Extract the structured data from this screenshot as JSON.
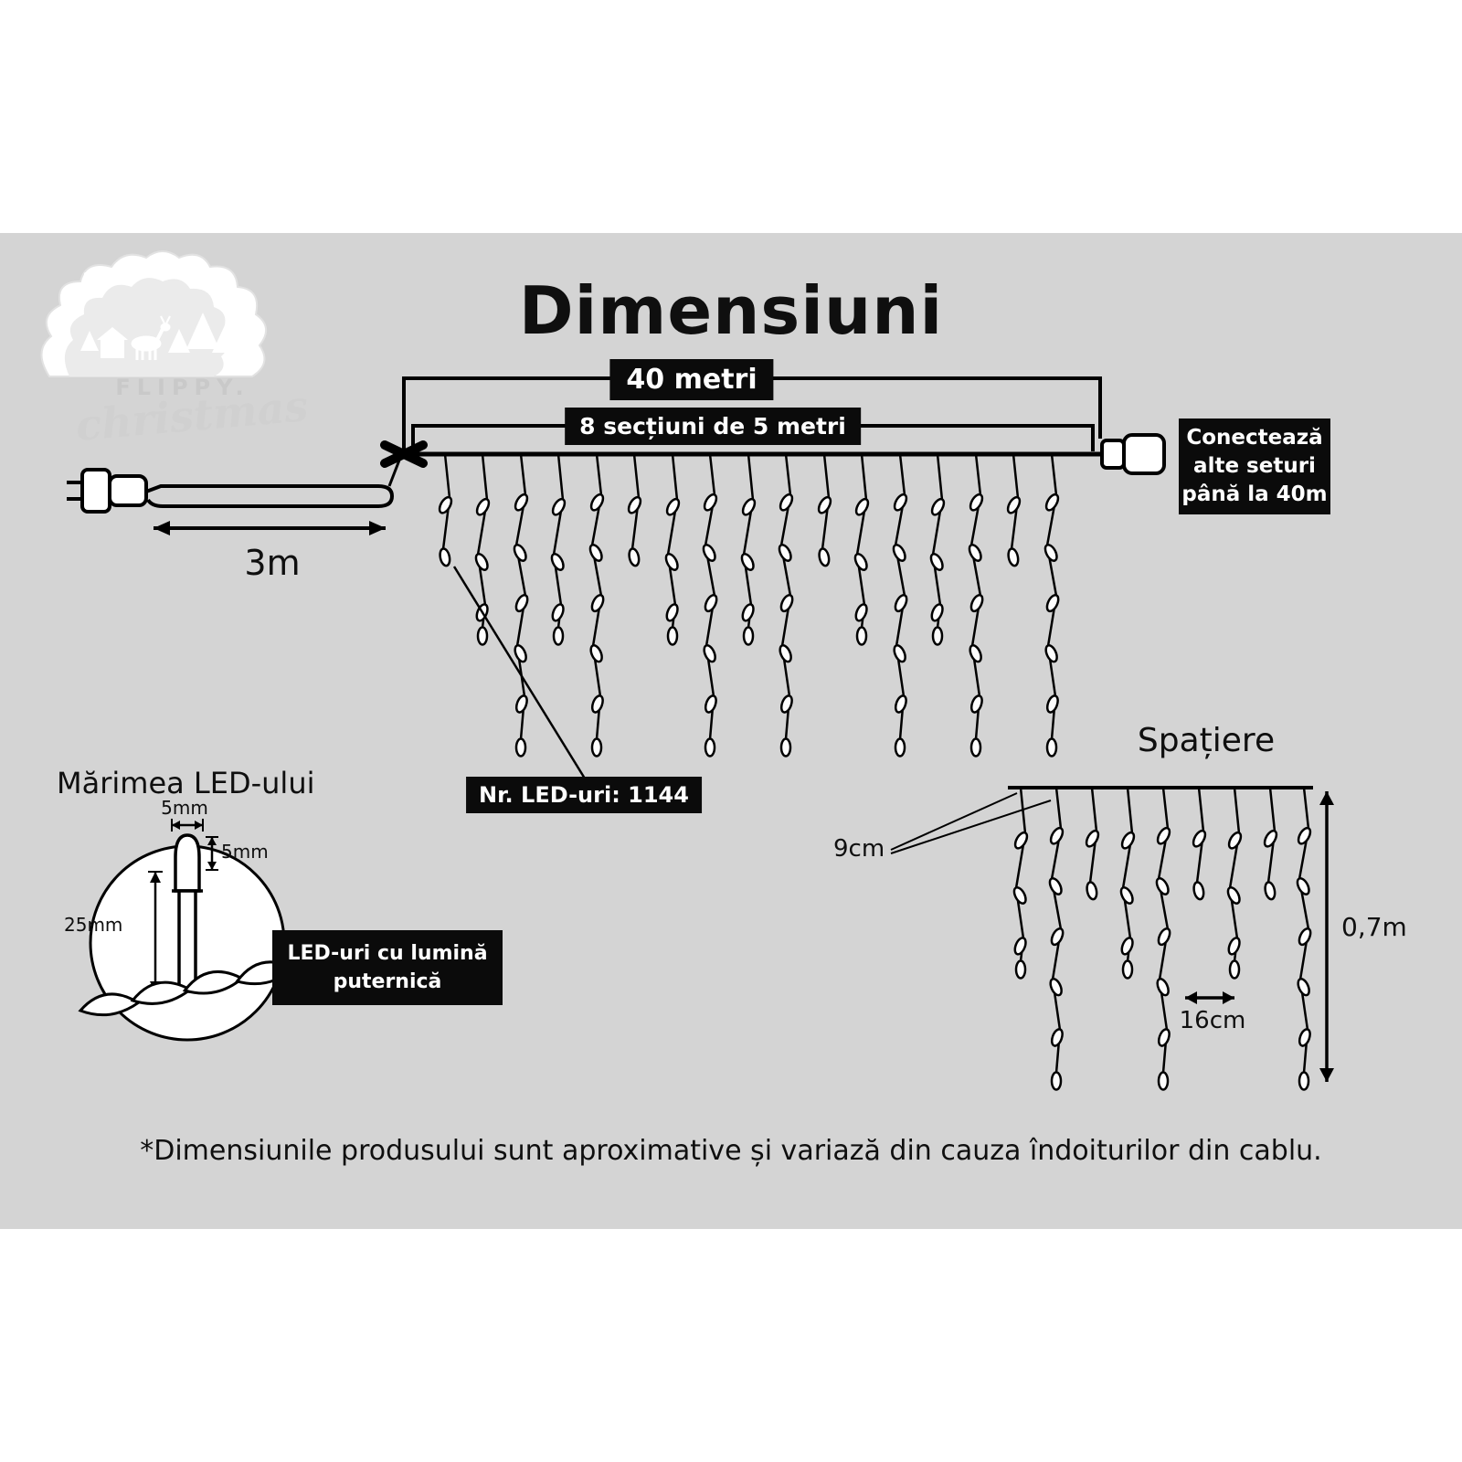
{
  "title": "Dimensiuni",
  "logo": {
    "brand": "FLIPPY.",
    "script": "christmas"
  },
  "main_diagram": {
    "total_length": "40 metri",
    "sections": "8 secțiuni de 5 metri",
    "lead_length": "3m",
    "connect_note": "Conectează alte seturi până la 40m",
    "led_count": "Nr. LED-uri: 1144"
  },
  "spacing_diagram": {
    "title": "Spațiere",
    "top_spacing": "9cm",
    "bottom_spacing": "16cm",
    "drop_height": "0,7m"
  },
  "led_size_diagram": {
    "title": "Mărimea LED-ului",
    "bulb_width": "5mm",
    "bulb_head_height": "5mm",
    "bulb_total_height": "25mm",
    "note": "LED-uri cu lumină puternică"
  },
  "footer_note": "*Dimensiunile produsului sunt aproximative și variază din cauza îndoiturilor din cablu.",
  "colors": {
    "panel": "#d4d4d4",
    "label_bg": "#0b0b0b",
    "label_text": "#ffffff",
    "ink": "#0f0f0f",
    "logo_text": "#c9c9c9"
  }
}
